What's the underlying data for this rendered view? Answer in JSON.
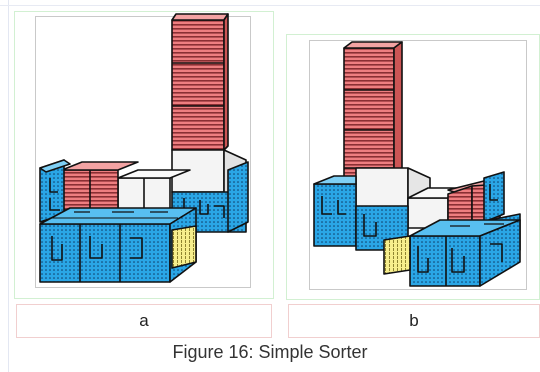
{
  "panels": [
    {
      "label": "a"
    },
    {
      "label": "b"
    }
  ],
  "caption": "Figure 16: Simple Sorter",
  "colors": {
    "red_block": "#ee7e80",
    "blue_block": "#2aa6e6",
    "white_block": "#f4f4f4",
    "yellow_block": "#f7ee8c",
    "outline": "#111111"
  }
}
